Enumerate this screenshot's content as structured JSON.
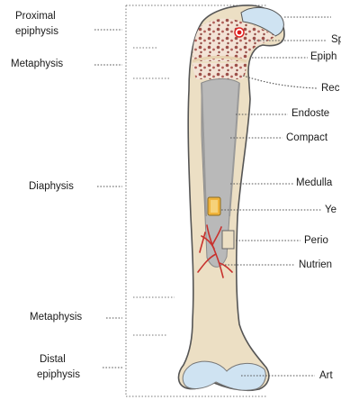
{
  "left_labels": {
    "proximal_epiphysis_l1": "Proximal",
    "proximal_epiphysis_l2": "epiphysis",
    "metaphysis_top": "Metaphysis",
    "diaphysis": "Diaphysis",
    "metaphysis_bottom": "Metaphysis",
    "distal_epiphysis_l1": "Distal",
    "distal_epiphysis_l2": "epiphysis"
  },
  "right_labels": {
    "spongy": "Sp",
    "epiphyseal": "Epiph",
    "red_marrow": "Rec",
    "endosteum": "Endoste",
    "compact": "Compact",
    "medullary": "Medulla",
    "yellow": "Ye",
    "periosteum": "Perio",
    "nutrient": "Nutrien",
    "articular": "Art"
  },
  "colors": {
    "bone_beige": "#ecdfc4",
    "cartilage_blue": "#cfe3f2",
    "spongy_red": "#9c4f49",
    "medullary_gray": "#b9b9b9",
    "vessel_red": "#c8312d",
    "yellow_marrow": "#f0b43c",
    "outline": "#555555"
  }
}
